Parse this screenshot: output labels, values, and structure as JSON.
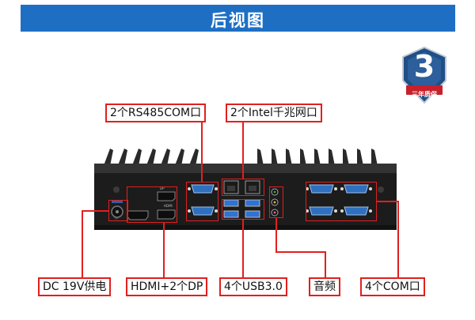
{
  "header": {
    "title": "后视图"
  },
  "badge": {
    "number": "3",
    "text": "三年质保"
  },
  "labels": {
    "rs485": "2个RS485COM口",
    "lan": "2个Intel千兆网口",
    "dc": "DC 19V供电",
    "hdmi_dp": "HDMI+2个DP",
    "usb": "4个USB3.0",
    "audio": "音频",
    "com4": "4个COM口"
  },
  "colors": {
    "title_bg": "#1e6fc4",
    "callout": "#e0201e",
    "device": "#1c1c1c",
    "badge": "#1f4f86"
  }
}
